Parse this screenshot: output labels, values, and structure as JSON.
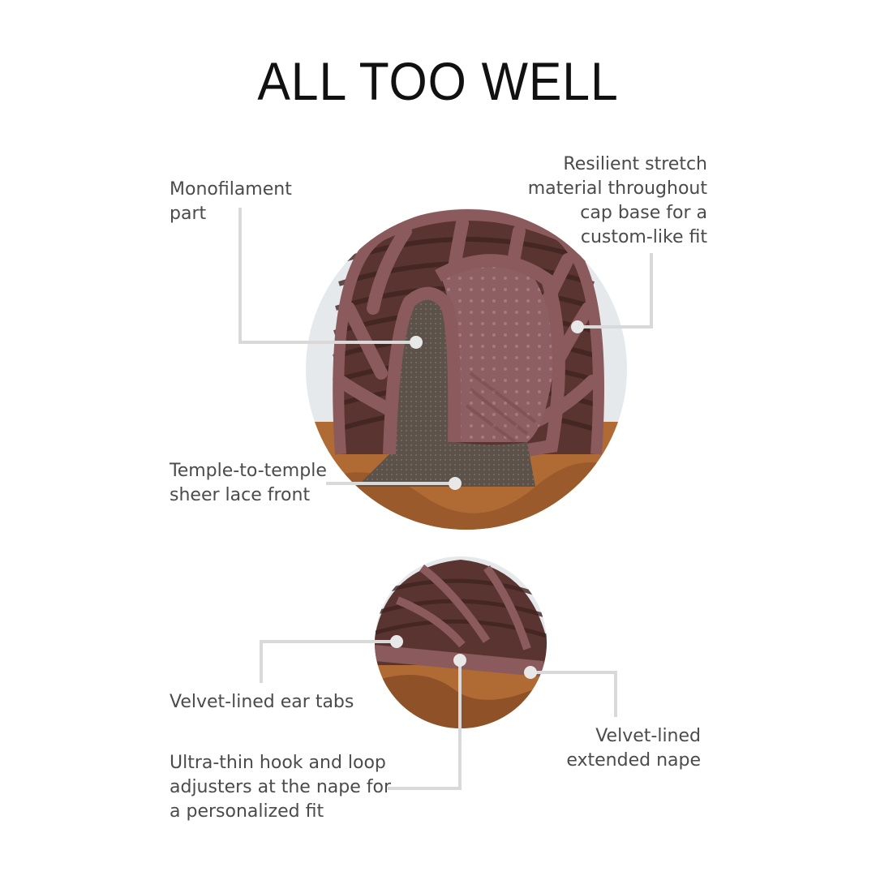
{
  "title": "ALL TOO WELL",
  "callouts": {
    "monofilament": "Monofilament\npart",
    "stretch": "Resilient stretch\nmaterial throughout\ncap base for a\ncustom-like fit",
    "lace": "Temple-to-temple\nsheer lace front",
    "ear_tabs": "Velvet-lined ear tabs",
    "hook_loop": "Ultra-thin hook and loop\nadjusters at the nape for\na personalized fit",
    "nape": "Velvet-lined\nextended nape"
  },
  "colors": {
    "leader_line": "#d9d9d9",
    "circle_bg": "#e6e9ec",
    "cap_band": "#8a5a5c",
    "cap_mesh": "#6b3f3a",
    "hair": "#b06a34"
  }
}
